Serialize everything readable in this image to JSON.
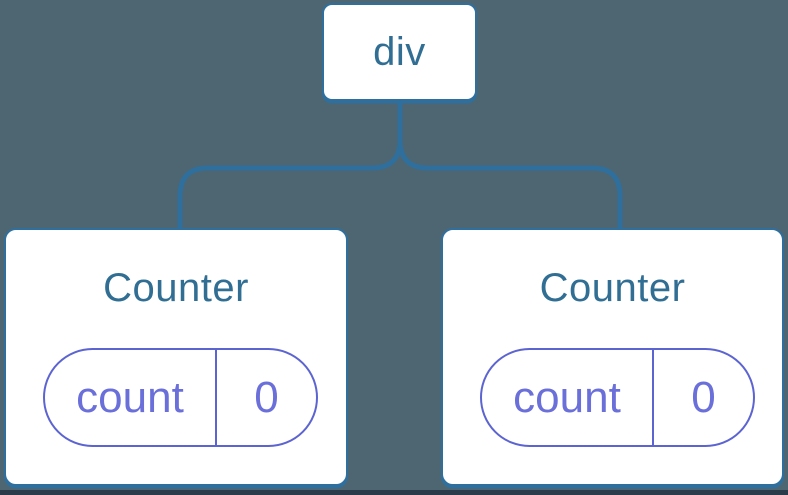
{
  "colors": {
    "bg": "#4d6671",
    "line": "#2f6f9e",
    "title": "#316e93",
    "pill-border": "#5c64d1",
    "pill-text": "#6a6fd9",
    "node-fill": "#ffffff",
    "edge": "#2b3b49"
  },
  "tree": {
    "root": {
      "label": "div"
    },
    "children": [
      {
        "title": "Counter",
        "state": [
          {
            "key": "count",
            "value": "0"
          }
        ]
      },
      {
        "title": "Counter",
        "state": [
          {
            "key": "count",
            "value": "0"
          }
        ]
      }
    ]
  }
}
